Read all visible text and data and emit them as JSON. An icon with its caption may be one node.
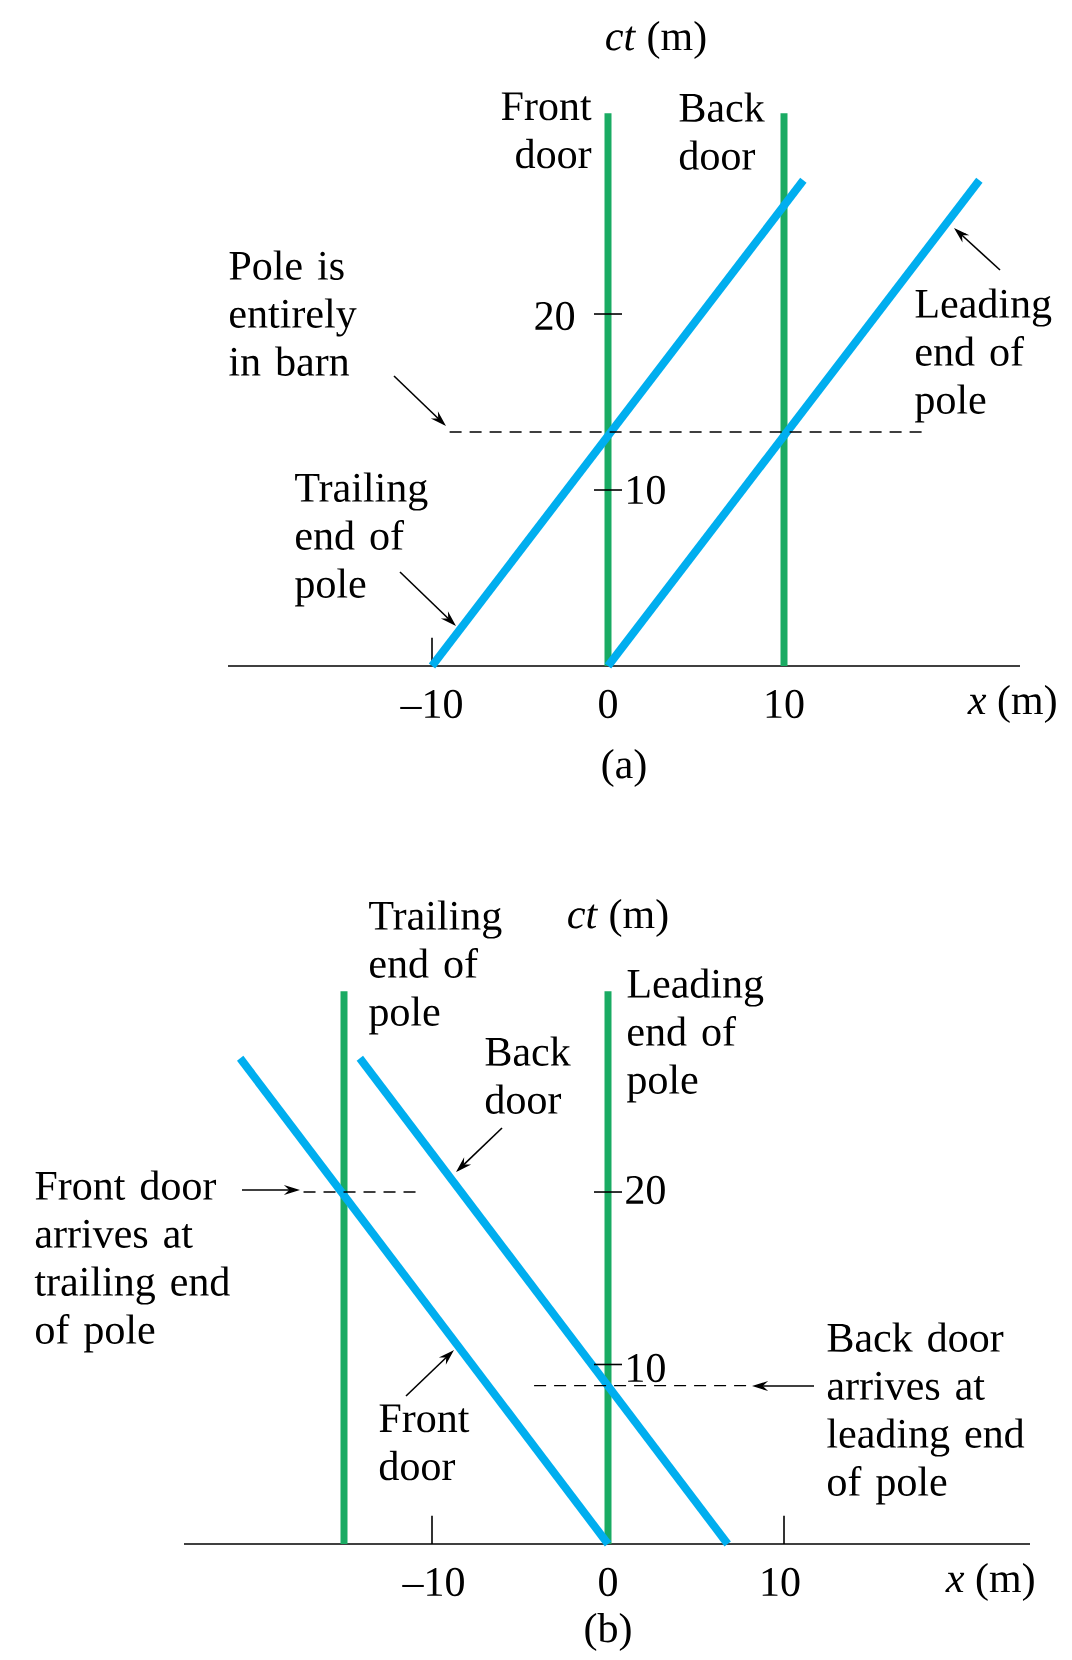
{
  "diagram": {
    "nodes": [
      {
        "text": [
          "Pole is entirely in barn"
        ]
      },
      {
        "text": [
          "Trailing end of pole"
        ]
      },
      {
        "text": [
          "Leading end of pole"
        ]
      },
      {
        "text": [
          "Back door"
        ]
      },
      {
        "text": [
          "Front door arrives at trailing end of pole"
        ]
      },
      {
        "text": [
          "Front door"
        ]
      },
      {
        "text": [
          "Back door arrives at leading end of pole"
        ]
      }
    ],
    "edges": [
      {
        "from": 0,
        "to": null,
        "arrow": "to"
      },
      {
        "from": 1,
        "to": null,
        "arrow": "to"
      },
      {
        "from": 2,
        "to": null,
        "arrow": "to"
      },
      {
        "from": 3,
        "to": null,
        "arrow": "to"
      },
      {
        "from": 4,
        "to": null,
        "arrow": "to"
      },
      {
        "from": 5,
        "to": null,
        "arrow": "to"
      },
      {
        "from": 6,
        "to": null,
        "arrow": "to"
      }
    ],
    "labels": [
      "*ct* (m)",
      "Front door",
      "Back door",
      "20",
      "10",
      "–10",
      "0",
      "10",
      "*x* (m)",
      "(a)",
      "Trailing end of pole",
      "*ct* (m)",
      "Leading end of pole",
      "20",
      "10",
      "–10",
      "0",
      "10",
      "*x* (m)",
      "(b)"
    ]
  }
}
